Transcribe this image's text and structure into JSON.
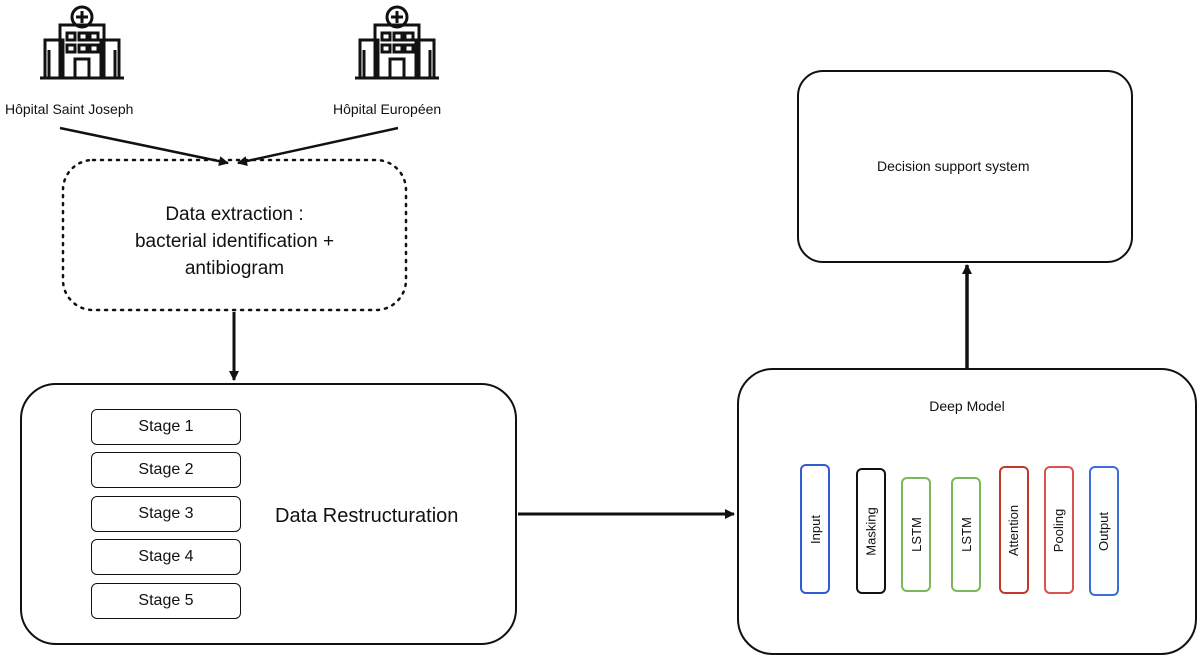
{
  "colors": {
    "stroke": "#111111",
    "input": "#2f5bd3",
    "masking": "#111111",
    "lstm": "#7ab85a",
    "attention": "#c0392b",
    "pooling": "#d9534f",
    "output": "#3a6fd6",
    "bacteria": "#b04fd0"
  },
  "hospitals": [
    {
      "label": "Hôpital Saint Joseph",
      "icon": "hospital-icon"
    },
    {
      "label": "Hôpital Européen",
      "icon": "hospital-icon"
    }
  ],
  "extraction": {
    "line1": "Data extraction :",
    "line2": "bacterial identification +",
    "line3": "antibiogram"
  },
  "restructuration": {
    "label": "Data Restructuration",
    "stages": [
      "Stage 1",
      "Stage 2",
      "Stage 3",
      "Stage 4",
      "Stage 5"
    ],
    "icons": [
      "lab-tube-icon",
      "microscope-icon",
      "petri-dish-icon",
      "bacteria-icon"
    ]
  },
  "deep_model": {
    "title": "Deep Model",
    "layers": [
      "Input",
      "Masking",
      "LSTM",
      "LSTM",
      "Attention",
      "Pooling",
      "Output"
    ]
  },
  "decision": {
    "label": "Decision support system",
    "icon": "hand-phone-icon"
  }
}
